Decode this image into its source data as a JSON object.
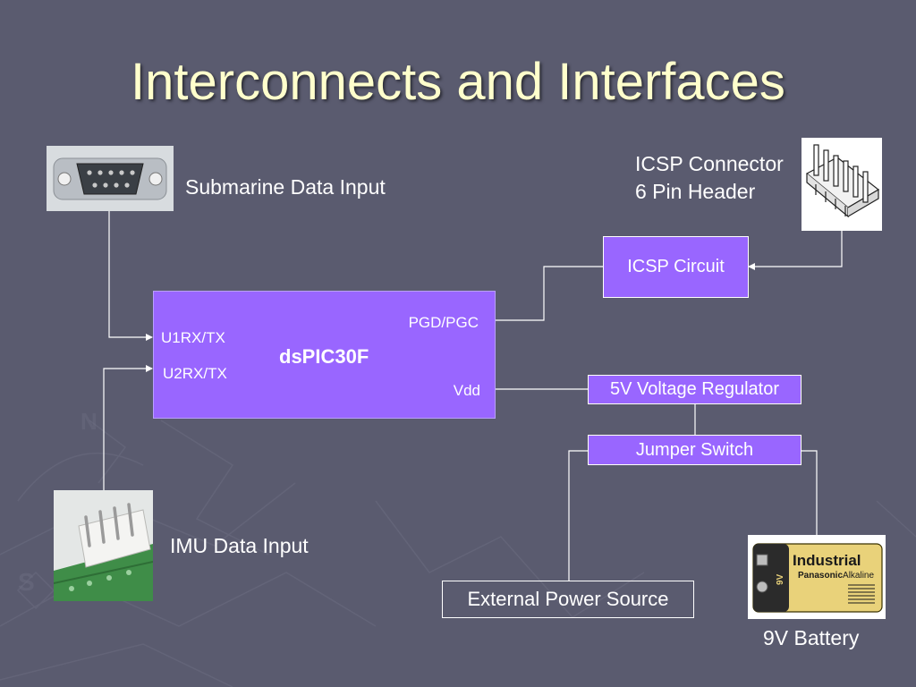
{
  "slide": {
    "title": "Interconnects and Interfaces"
  },
  "labels": {
    "submarine": "Submarine Data Input",
    "icsp_connector_line1": "ICSP Connector",
    "icsp_connector_line2": "6 Pin Header",
    "imu": "IMU Data Input",
    "battery": "9V Battery"
  },
  "mcu": {
    "name": "dsPIC30F",
    "pin_u1": "U1RX/TX",
    "pin_u2": "U2RX/TX",
    "pin_pgd": "PGD/PGC",
    "pin_vdd": "Vdd"
  },
  "blocks": {
    "icsp_circuit": "ICSP Circuit",
    "regulator": "5V Voltage Regulator",
    "jumper": "Jumper Switch",
    "external_power": "External Power Source"
  },
  "battery_art": {
    "brand": "Industrial",
    "sub_brand": "Panasonic",
    "sub_brand_suffix": "Alkaline",
    "voltage": "9V"
  },
  "colors": {
    "background": "#5a5b6f",
    "title": "#ffffcc",
    "block": "#9966ff",
    "wire": "#ffffff"
  }
}
